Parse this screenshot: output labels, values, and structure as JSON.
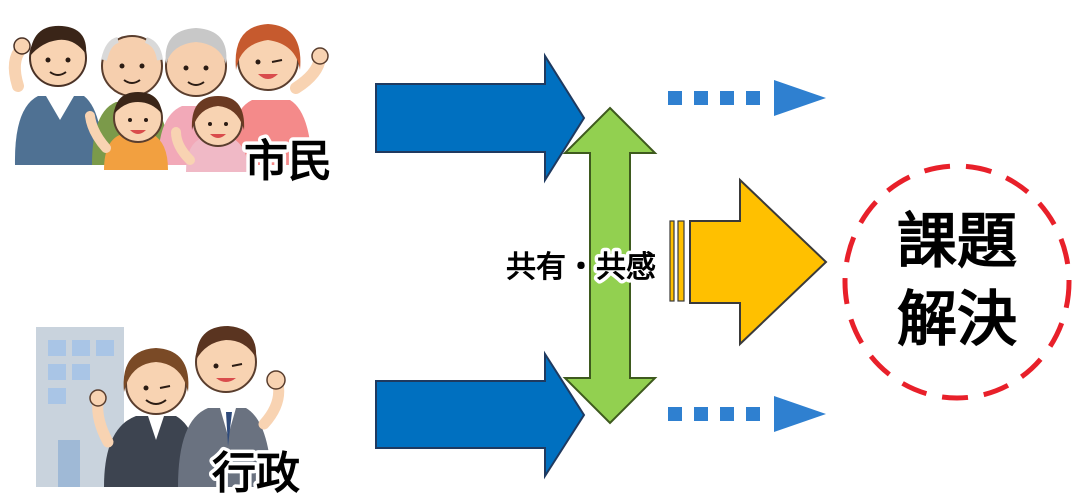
{
  "labels": {
    "citizens": "市民",
    "government": "行政",
    "share_empathy": "共有・共感",
    "solve_line1": "課題",
    "solve_line2": "解決"
  },
  "icons": {
    "citizens": "family-group-illustration",
    "government": "office-workers-illustration"
  },
  "colors": {
    "blue_arrow": "#0070C0",
    "blue_dash": "#2F80D0",
    "green_arrow": "#92D050",
    "orange_arrow": "#FFC000",
    "red_dashed_circle": "#E8202A"
  }
}
